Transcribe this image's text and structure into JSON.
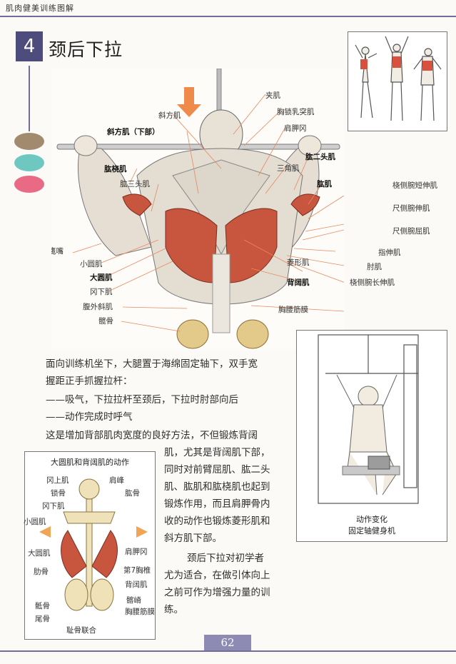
{
  "header": {
    "title": "肌肉健美训练图解"
  },
  "section": {
    "number": "4",
    "title": "颈后下拉"
  },
  "colors": {
    "accent": "#4e4c7c",
    "dot_brown": "#a28a6e",
    "dot_teal": "#6fc7c2",
    "dot_pink": "#e96a84",
    "muscle_red": "#c8553d",
    "leader": "#e8895f"
  },
  "main_figure": {
    "labels_right": [
      "夹肌",
      "胸锁乳突肌",
      "肩胛冈",
      "肱二头肌",
      "三角肌",
      "肱肌",
      "桡侧腕短伸肌",
      "尺侧腕伸肌",
      "尺侧腕屈肌",
      "指伸肌",
      "肘肌",
      "菱形肌",
      "背阔肌",
      "桡侧腕长伸肌",
      "胸腰筋膜"
    ],
    "labels_left": [
      "斜方肌",
      "斜方肌（下部）",
      "肱桡肌",
      "肱三头肌",
      "鹰嘴",
      "小圆肌",
      "大圆肌",
      "冈下肌",
      "腹外斜肌",
      "髋骨"
    ]
  },
  "machine_inset": {
    "caption": "动作变化",
    "subcaption": "固定轴健身机"
  },
  "spine_inset": {
    "title": "大圆肌和背阔肌的动作",
    "labels": [
      "冈上肌",
      "肩峰",
      "锁骨",
      "肱骨",
      "冈下肌",
      "小圆肌",
      "大圆肌",
      "肩胛冈",
      "肋骨",
      "第7胸椎",
      "背阔肌",
      "骶骨",
      "髂嵴",
      "胸腰筋膜",
      "尾骨",
      "耻骨联合"
    ]
  },
  "body_text": {
    "p1_line1": "面向训练机坐下，大腿置于海绵固定轴下，双手宽",
    "p1_line2": "握距正手抓握拉杆：",
    "step1": "——吸气，下拉拉杆至颈后，下拉时肘部向后",
    "step2": "——动作完成时呼气",
    "p2_line1": "这是增加背部肌肉宽度的良好方法，不但锻炼背阔",
    "p2_line2": "肌，尤其是背阔肌下部，",
    "p2_line3": "同时对前臂屈肌、肱二头",
    "p2_line4": "肌、肱肌和肱桡肌也起到",
    "p2_line5": "锻炼作用，而且肩胛骨内",
    "p2_line6": "收的动作也锻炼菱形肌和",
    "p2_line7": "斜方肌下部。",
    "p3_line1": "颈后下拉对初学者",
    "p3_line2": "尤为适合，在做引体向上",
    "p3_line3": "之前可作为增强力量的训",
    "p3_line4": "练。"
  },
  "footer": {
    "page_number": "62"
  }
}
